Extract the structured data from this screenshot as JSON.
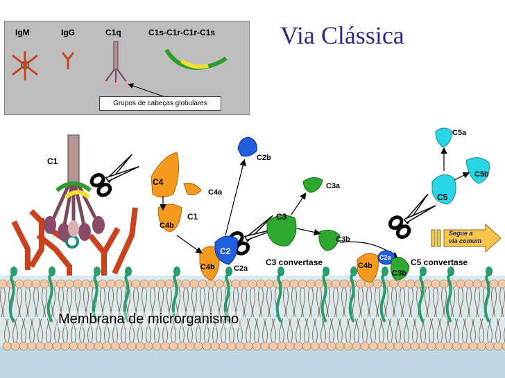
{
  "title": "Via Clássica",
  "inset": {
    "igm": "IgM",
    "igg": "IgG",
    "c1q": "C1q",
    "c1s_c1r": "C1s-C1r-C1r-C1s",
    "heads_caption": "Grupos de cabeças globulares"
  },
  "labels": {
    "c1_left": "C1",
    "c1_mid": "C1",
    "c4": "C4",
    "c4a": "C4a",
    "c4b_top": "C4b",
    "c4b_bottom": "C4b",
    "c2": "C2",
    "c2a": "C2a",
    "c2b": "C2b",
    "c3": "C3",
    "c3a": "C3a",
    "c3b": "C3b",
    "c3_convertase": "C3 convertase",
    "c4b_right": "C4b",
    "c2a_right": "C2a",
    "c3b_right": "C3b",
    "c5_convertase": "C5 convertase",
    "c5": "C5",
    "c5a": "C5a",
    "c5b": "C5b",
    "segue_line1": "Segue a",
    "segue_line2": "via comum",
    "membrane": "Membrana de microrganismo"
  },
  "colors": {
    "title": "#2a2a8a",
    "c4": "#f59a1e",
    "c2": "#1f5fe0",
    "c3": "#2fa82f",
    "c5": "#29d6e6",
    "antibody": "#c9421d",
    "membrane_head": "#efc8a8",
    "membrane_tail": "#2a9d6e",
    "arrow_box": "#f5c64a"
  }
}
